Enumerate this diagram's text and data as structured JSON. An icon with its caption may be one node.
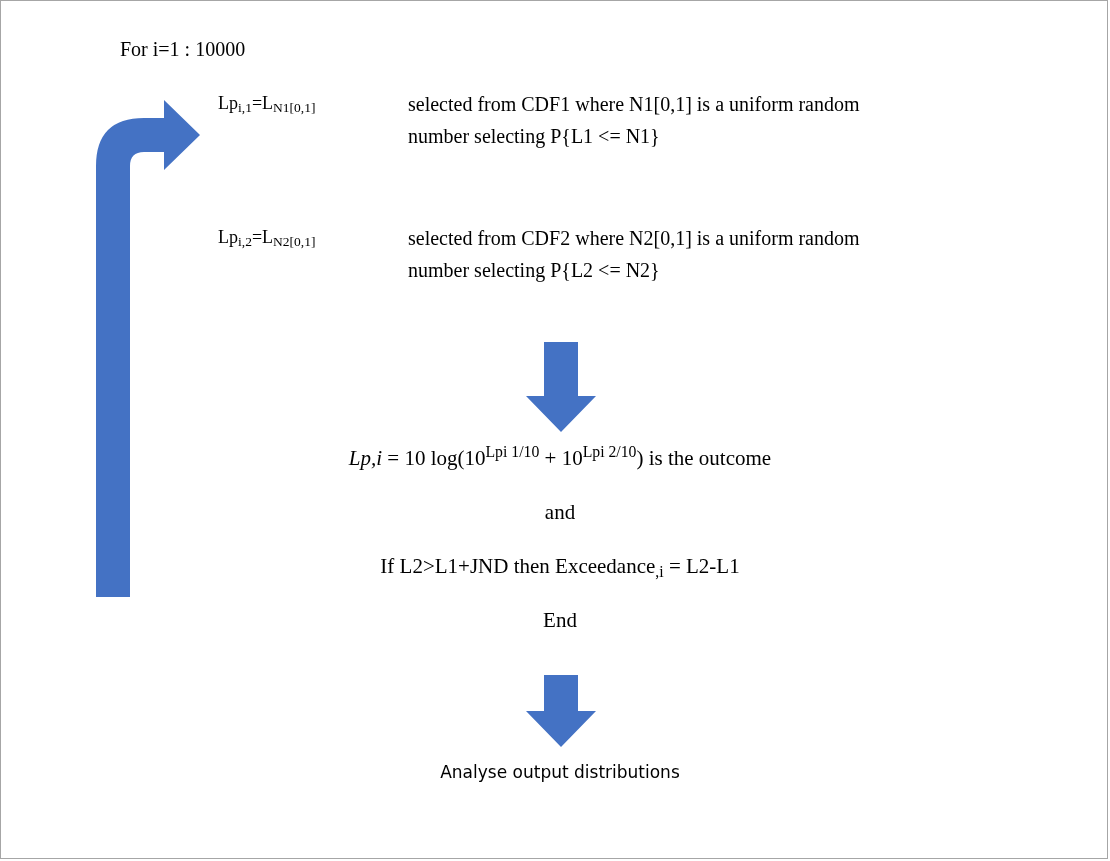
{
  "diagram": {
    "nodes": [
      {
        "text": [
          "Lp$_{i,1}$=L$_{N1[0,1]}$",
          "selected from CDF1 where N1[0,1] is a uniform random number selecting P{L1 <= N1}"
        ]
      },
      {
        "text": [
          "Lp$_{i,2}$=L$_{N2[0,1]}$",
          "selected from CDF2 where N2[0,1] is a uniform random number selecting P{L2 <= N2}"
        ]
      },
      {
        "text": [
          "*Lp,i* = 10 log(10$^{Lpi 1/10}$ + 10$^{Lpi 2/10}$) is the outcome",
          "and",
          "If L2>L1+JND then Exceedance$_{,i}$ = L2-L1",
          "End"
        ]
      },
      {
        "text": [
          "Analyse output distributions"
        ]
      }
    ],
    "edges": [
      {
        "from": 1,
        "to": 2,
        "arrow": "to"
      },
      {
        "from": 2,
        "to": 3,
        "arrow": "to"
      },
      {
        "from": null,
        "to": 0,
        "arrow": "to"
      }
    ],
    "labels": [
      "For i=1 : 10000"
    ]
  }
}
